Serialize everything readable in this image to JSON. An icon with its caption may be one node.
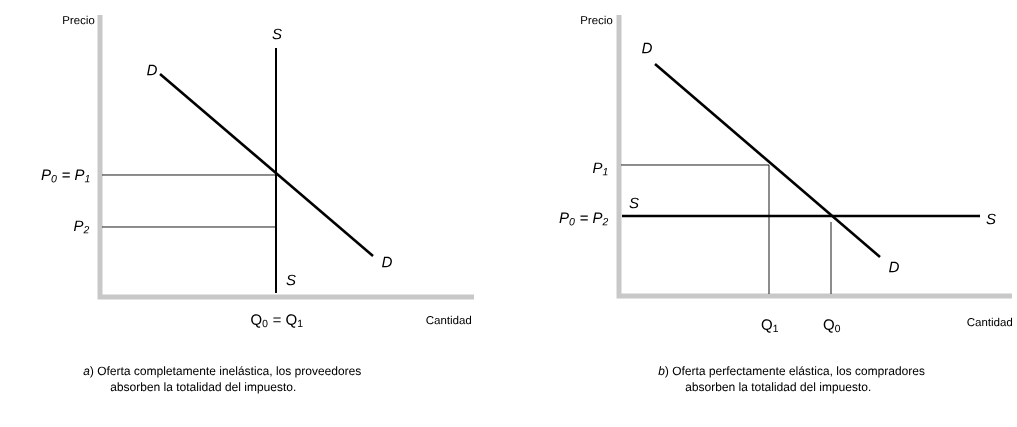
{
  "diagram": {
    "labels": [
      "Precio",
      "S",
      "D",
      "P$_{0}$ = P$_{1}$",
      "P$_{2}$",
      "D",
      "S",
      "Q$_{0}$ = Q$_{1}$",
      "Cantidad",
      "*a*) Oferta completamente inelástica, los proveedores absorben la totalidad del impuesto.",
      "Precio",
      "D",
      "P$_{1}$",
      "S",
      "P$_{0}$ = P$_{2}$",
      "S",
      "D",
      "Q$_{1}$",
      "Q$_{0}$",
      "Cantidad",
      "*b*) Oferta perfectamente elástica, los compradores absorben la totalidad del impuesto."
    ]
  }
}
